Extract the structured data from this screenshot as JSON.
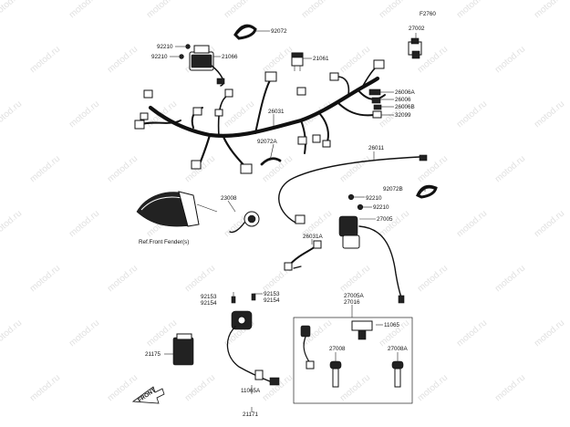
{
  "figure_code": "F2760",
  "watermark": "motod.ru",
  "ref_note": "Ref.Front Fender(s)",
  "front_arrow": "FRONT",
  "labels": {
    "p92072": "92072",
    "p92210a": "92210",
    "p92210b": "92210",
    "p21066": "21066",
    "p21061": "21061",
    "p27002": "27002",
    "p26006a": "26006A",
    "p26006": "26006",
    "p26006b": "26006B",
    "p32099": "32099",
    "p26031": "26031",
    "p92072a": "92072A",
    "p26011": "26011",
    "p92072b": "92072B",
    "p92210c": "92210",
    "p92210d": "92210",
    "p27005": "27005",
    "p23008": "23008",
    "p26031a": "26031A",
    "p92153a": "92153",
    "p92154a": "92154",
    "p92153b": "92153",
    "p92154b": "92154",
    "p27005a": "27005A",
    "p27016": "27016",
    "p11065": "11065",
    "p27008": "27008",
    "p27008a": "27008A",
    "p21175": "21175",
    "p11065a": "11065A",
    "p21171": "21171"
  }
}
